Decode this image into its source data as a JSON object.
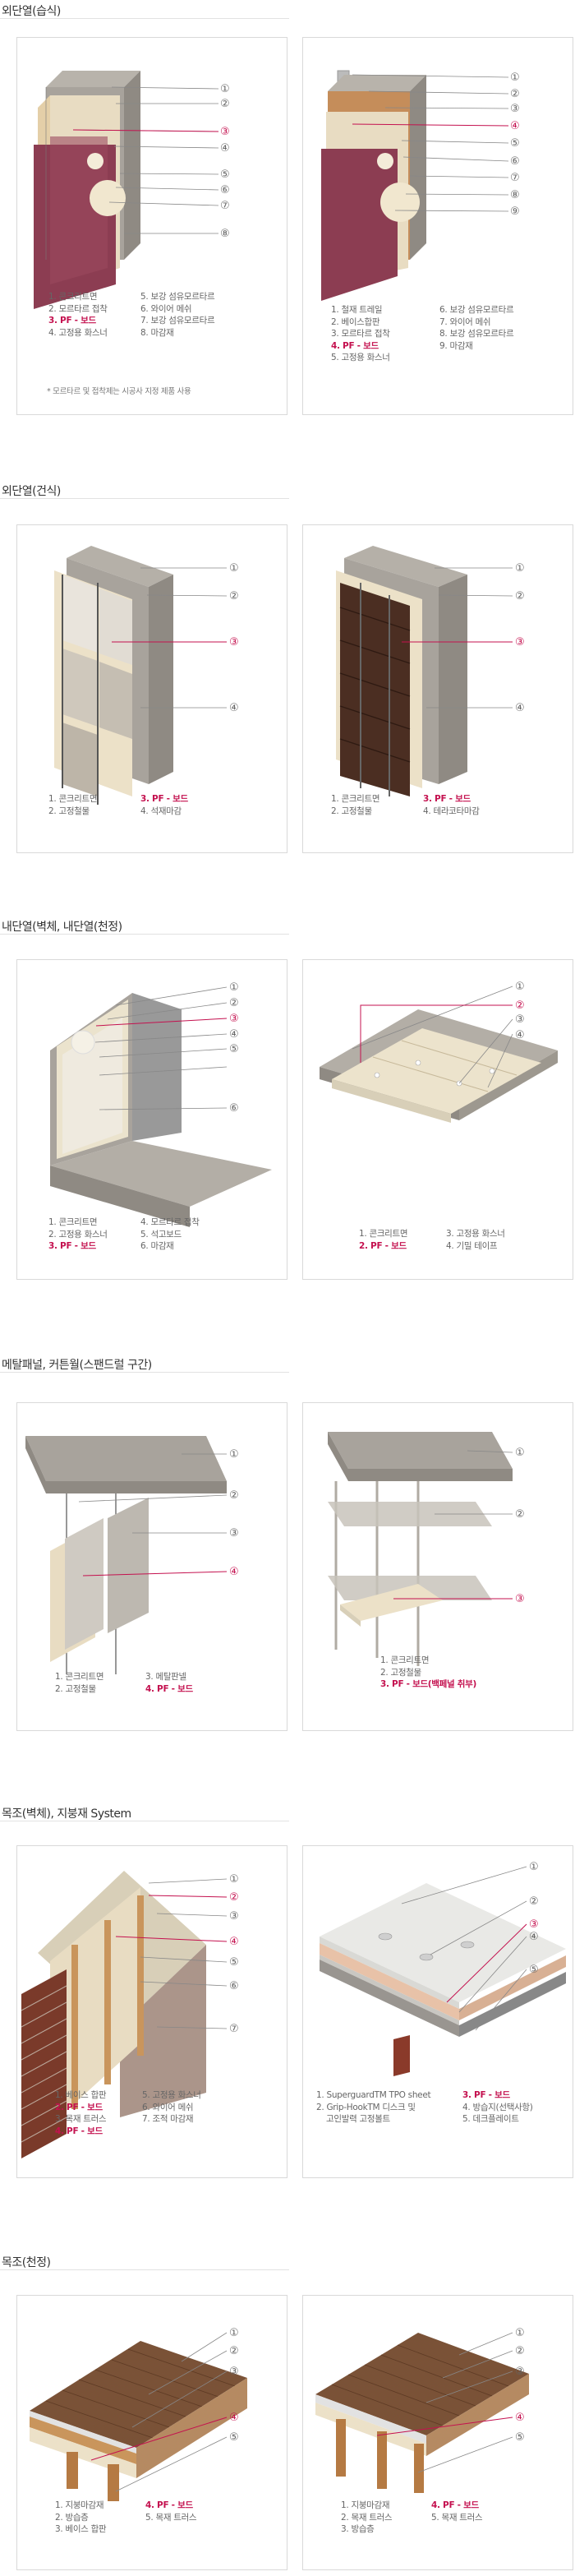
{
  "sections": [
    {
      "title": "외단열(습식)"
    },
    {
      "title": "외단열(건식)"
    },
    {
      "title": "내단열(벽체, 내단열(천정)"
    },
    {
      "title": "메탈패널, 커튼월(스팬드럴 구간)"
    },
    {
      "title": "목조(벽체), 지붕재 System"
    },
    {
      "title": "목조(천정)"
    }
  ],
  "panels": {
    "p1a": {
      "col1": [
        "1. 콘크리트면",
        "2. 모르타르 접착",
        "3. PF - 보드",
        "4. 고정용 화스너"
      ],
      "col2": [
        "5. 보강 섬유모르타르",
        "6. 와이어 메쉬",
        "7. 보강 섬유모르타르",
        "8. 마감재"
      ],
      "note": "* 모르타르 및 접착제는 시공사 지정 제품 사용",
      "callouts": [
        "①",
        "②",
        "③",
        "④",
        "⑤",
        "⑥",
        "⑦",
        "⑧"
      ]
    },
    "p1b": {
      "col1": [
        "1. 철재 트레일",
        "2. 베이스합판",
        "3. 모르타르 접착",
        "4. PF - 보드",
        "5. 고정용 화스너"
      ],
      "col2": [
        "6. 보강 섬유모르타르",
        "7. 와이어 메쉬",
        "8. 보강 섬유모르타르",
        "9. 마감재"
      ],
      "callouts": [
        "①",
        "②",
        "③",
        "④",
        "⑤",
        "⑥",
        "⑦",
        "⑧",
        "⑨"
      ]
    },
    "p2a": {
      "col1": [
        "1. 콘크리트면",
        "2. 고정철물"
      ],
      "col2": [
        "3. PF - 보드",
        "4. 석재마감"
      ],
      "callouts": [
        "①",
        "②",
        "③",
        "④"
      ]
    },
    "p2b": {
      "col1": [
        "1. 콘크리트면",
        "2. 고정철물"
      ],
      "col2": [
        "3. PF - 보드",
        "4. 테라코타마감"
      ],
      "callouts": [
        "①",
        "②",
        "③",
        "④"
      ]
    },
    "p3a": {
      "col1": [
        "1. 콘크리트면",
        "2. 고정용 화스너",
        "3. PF - 보드"
      ],
      "col2": [
        "4. 모르타르 접착",
        "5. 석고보드",
        "6. 마감재"
      ],
      "callouts": [
        "①",
        "②",
        "③",
        "④",
        "⑤",
        "⑥"
      ]
    },
    "p3b": {
      "col1": [
        "1. 콘크리트면",
        "2. PF - 보드"
      ],
      "col2": [
        "3. 고정용 화스너",
        "4. 기밀 테이프"
      ],
      "callouts": [
        "①",
        "②",
        "③",
        "④"
      ]
    },
    "p4a": {
      "col1": [
        "1. 콘크리트면",
        "2. 고정철물"
      ],
      "col2": [
        "3. 메탈판넬",
        "4. PF - 보드"
      ],
      "callouts": [
        "①",
        "②",
        "③",
        "④"
      ]
    },
    "p4b": {
      "col1": [
        "1. 콘크리트면",
        "2. 고정철물",
        "3. PF - 보드(백페널 취부)"
      ],
      "callouts": [
        "①",
        "②",
        "③"
      ]
    },
    "p5a": {
      "col1": [
        "1. 베이스 합판",
        "2. PF - 보드",
        "3. 목재 트러스",
        "4. PF - 보드"
      ],
      "col2": [
        "5. 고정용 화스너",
        "6. 와이어 메쉬",
        "7. 조적 마감재"
      ],
      "callouts": [
        "①",
        "②",
        "③",
        "④",
        "⑤",
        "⑥",
        "⑦"
      ]
    },
    "p5b": {
      "col1": [
        "1. SuperguardTM TPO sheet",
        "2. Grip-HookTM 디스크 및",
        "고인발력 고정볼트"
      ],
      "col2": [
        "3. PF - 보드",
        "4. 방습지(선택사항)",
        "5. 데크플레이트"
      ],
      "callouts": [
        "①",
        "②",
        "③",
        "④",
        "⑤"
      ]
    },
    "p6a": {
      "col1": [
        "1. 지붕마감재",
        "2. 방습층",
        "3. 베이스 합판"
      ],
      "col2": [
        "4. PF - 보드",
        "5. 목재 트러스"
      ],
      "callouts": [
        "①",
        "②",
        "③",
        "④",
        "⑤"
      ]
    },
    "p6b": {
      "col1": [
        "1. 지붕마감재",
        "2. 목재 트러스",
        "3. 방습층"
      ],
      "col2": [
        "4. PF - 보드",
        "5. 목재 트러스"
      ],
      "callouts": [
        "①",
        "②",
        "③",
        "④",
        "⑤"
      ]
    }
  },
  "colors": {
    "accent": "#c4114f",
    "panel_border": "#d9d9d9",
    "concrete": "#a8a39c",
    "pf_board": "#e8dcc2",
    "brick": "#7a3a2a",
    "wood": "#c9955c"
  }
}
